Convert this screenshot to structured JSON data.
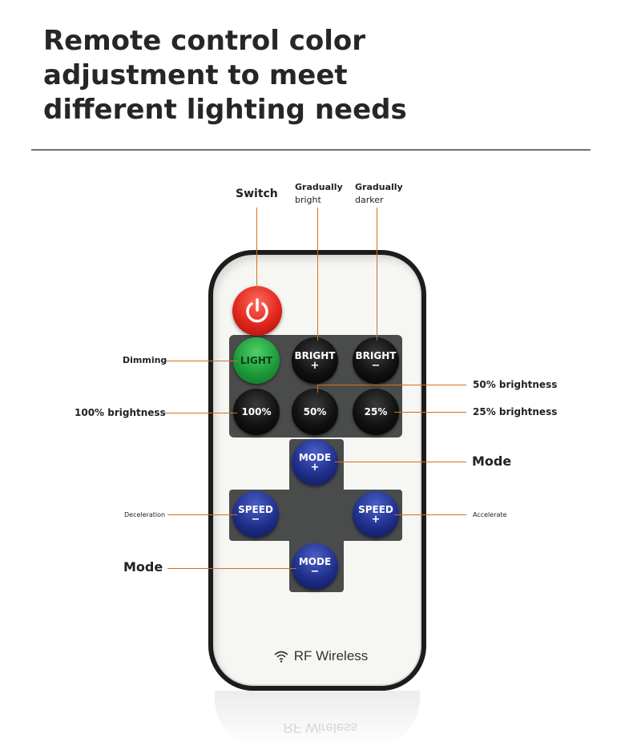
{
  "title": {
    "line1": "Remote control color",
    "line2": "adjustment to meet",
    "line3": "different lighting needs"
  },
  "remote": {
    "buttons": {
      "light": "LIGHT",
      "bright_up": {
        "main": "BRIGHT",
        "sub": "+"
      },
      "bright_down": {
        "main": "BRIGHT",
        "sub": "−"
      },
      "b100": "100%",
      "b50": "50%",
      "b25": "25%",
      "mode_up": {
        "main": "MODE",
        "sub": "+"
      },
      "mode_down": {
        "main": "MODE",
        "sub": "−"
      },
      "speed_down": {
        "main": "SPEED",
        "sub": "−"
      },
      "speed_up": {
        "main": "SPEED",
        "sub": "+"
      }
    },
    "brand_text": "RF Wireless",
    "icons": {
      "power": "power-icon",
      "wireless": "wifi-icon"
    },
    "colors": {
      "power": "#e0251b",
      "light": "#1e9a3a",
      "mode_speed": "#1f2f8a",
      "leader_line": "#d2711c"
    }
  },
  "labels": {
    "switch": "Switch",
    "gradually_bright": {
      "line1": "Gradually",
      "line2": "bright"
    },
    "gradually_darker": {
      "line1": "Gradually",
      "line2": "darker"
    },
    "dimming": "Dimming",
    "brightness_100": "100% brightness",
    "brightness_50": "50% brightness",
    "brightness_25": "25% brightness",
    "mode_right": "Mode",
    "mode_left": "Mode",
    "deceleration": "Deceleration",
    "accelerate": "Accelerate"
  }
}
